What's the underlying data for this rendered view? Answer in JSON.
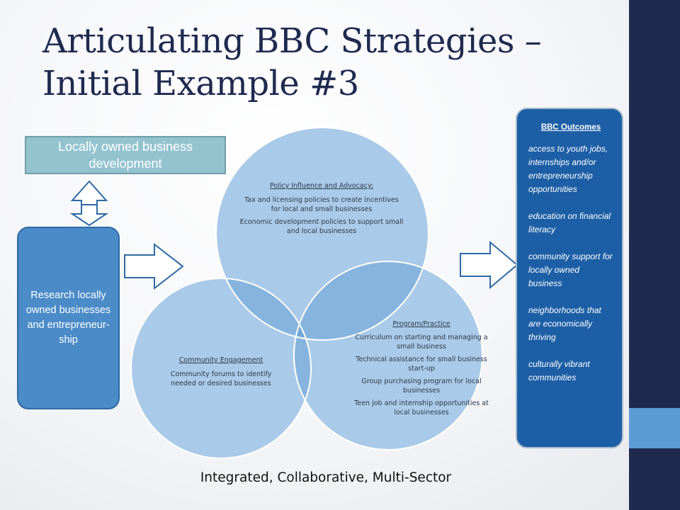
{
  "slide": {
    "title": "Articulating BBC Strategies – Initial Example #3",
    "footer": "Integrated, Collaborative, Multi-Sector"
  },
  "left": {
    "top_box": "Locally owned business development",
    "research_box": "Research locally owned businesses and entrepreneur-ship"
  },
  "circles": {
    "policy": {
      "heading": "Policy Influence and Advocacy:",
      "items": [
        "Tax and licensing policies to create incentives for local and small businesses",
        "Economic development policies to support small and local businesses"
      ]
    },
    "community": {
      "heading": "Community Engagement",
      "items": [
        "Community forums to identify needed or desired businesses"
      ]
    },
    "program": {
      "heading": "Program/Practice",
      "items": [
        "Curriculum on starting and managing a small business",
        "Technical assistance for small business start-up",
        "Group purchasing program for local businesses",
        "Teen job and internship opportunities at local businesses"
      ]
    }
  },
  "outcomes": {
    "title": "BBC Outcomes",
    "items": [
      "access to youth jobs, internships and/or entrepreneurship opportunities",
      "education on financial literacy",
      "community support for locally owned business",
      "neighborhoods that are economically thriving",
      "culturally vibrant communities"
    ]
  },
  "colors": {
    "title": "#1f2a4f",
    "sidebar": "#1f2a4f",
    "circle_fill": "#a9cae8",
    "overlap_fill": "#7fb0dc",
    "outcomes_fill": "#1d5fa6",
    "research_fill": "#4a8bc8",
    "top_box_fill": "#93c3cf"
  }
}
